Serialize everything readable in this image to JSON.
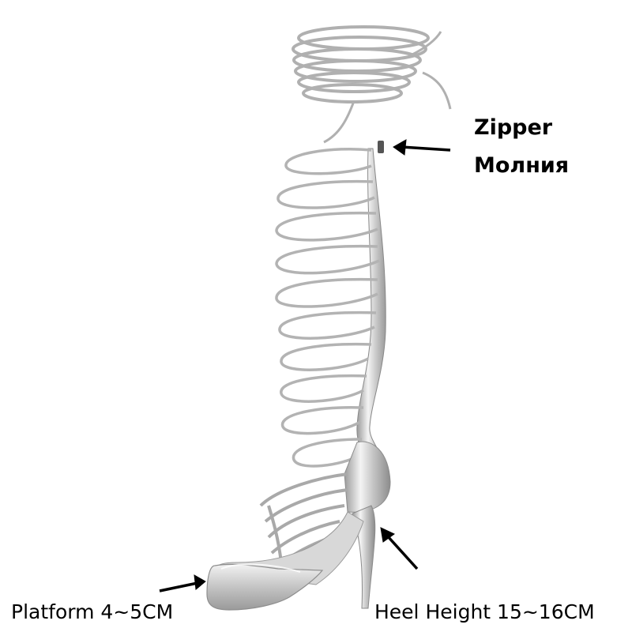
{
  "product": {
    "description_image": "silver metallic strappy lace-up knee-high platform stiletto sandal",
    "colors": {
      "metal_light": "#f2f2f2",
      "metal_mid": "#c8c8c8",
      "metal_dark": "#8a8a8a",
      "strap": "#b5b5b5",
      "arrow": "#000000"
    }
  },
  "annotations": {
    "zipper_en": "Zipper",
    "zipper_ru": "Молния",
    "platform": "Platform 4~5CM",
    "heel": "Heel Height 15~16CM"
  }
}
